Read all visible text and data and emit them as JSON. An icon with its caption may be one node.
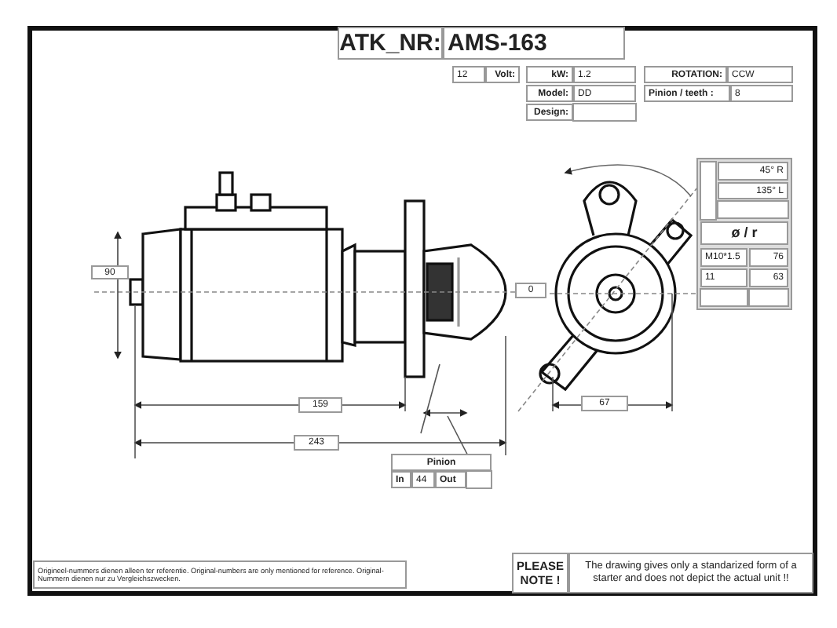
{
  "diagram": {
    "labels": [
      "ATK_NR:",
      "AMS-163",
      "12",
      "Volt:",
      "kW:",
      "1.2",
      "ROTATION:",
      "CCW",
      "Model:",
      "DD",
      "Pinion / teeth :",
      "8",
      "Design:",
      "45° R",
      "135° L",
      "ø / r",
      "M10*1.5",
      "76",
      "11",
      "63",
      "90",
      "0",
      "159",
      "243",
      "67",
      "Pinion",
      "In",
      "44",
      "Out",
      "Origineel-nummers dienen alleen ter referentie. Original-numbers are only mentioned for reference. Original-Nummern dienen nur zu Vergleichszwecken.",
      "PLEASE NOTE !",
      "The drawing gives only a standarized form of a starter and does not depict the actual unit !!"
    ]
  }
}
